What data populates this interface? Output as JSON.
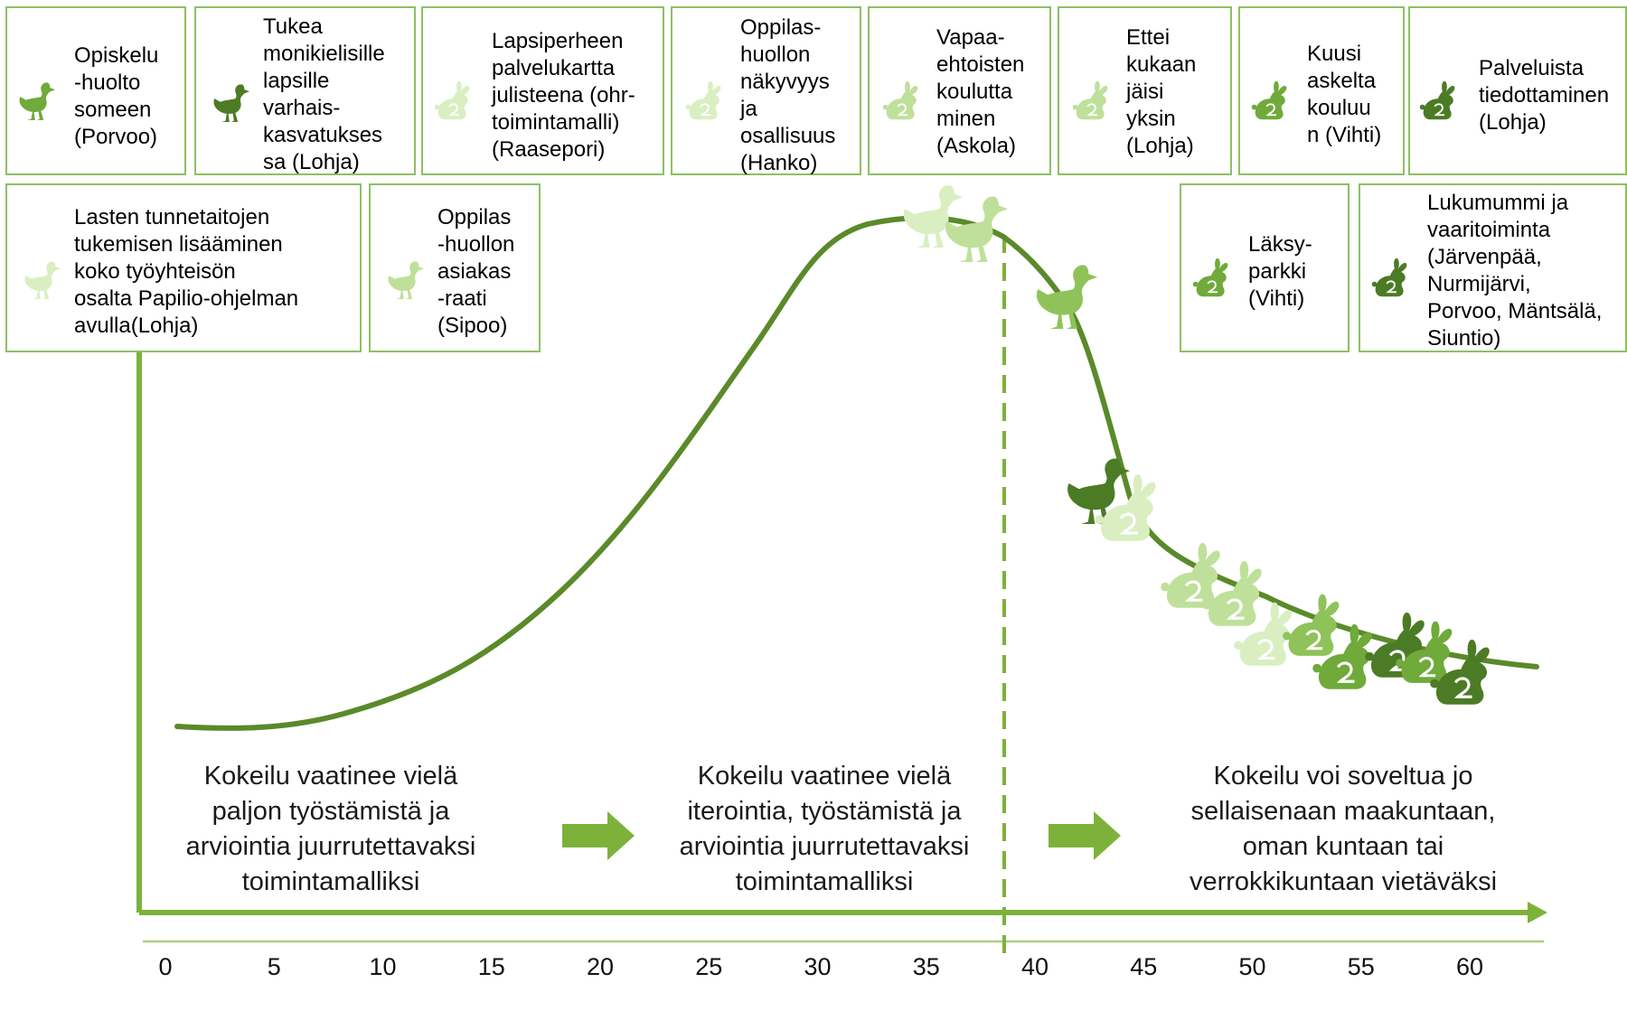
{
  "colors": {
    "curve": "#5a8a2a",
    "axis": "#7db23a",
    "card_border": "#8dc063",
    "arrow": "#7db23a",
    "icon_pale": "#d9efc2",
    "icon_light": "#bfe09a",
    "icon_mid": "#8fc35a",
    "icon_green": "#6faa3a",
    "icon_dark": "#4c7b25"
  },
  "cards": [
    {
      "id": "opiskeluhuolto",
      "lines": [
        "Opiskelu",
        "-huolto",
        "someen",
        "(Porvoo)"
      ],
      "icon": "duck-icon",
      "shade": "icon_green"
    },
    {
      "id": "monikielisille",
      "lines": [
        "Tukea",
        "monikielisille",
        "lapsille",
        "varhais-",
        "kasvatukses",
        "sa (Lohja)"
      ],
      "icon": "duck-icon",
      "shade": "icon_dark"
    },
    {
      "id": "palvelukartta",
      "lines": [
        "Lapsiperheen",
        "palvelukartta",
        "julisteena (ohr-",
        "toimintamalli)",
        "(Raasepori)"
      ],
      "icon": "rabbit-icon",
      "shade": "icon_pale"
    },
    {
      "id": "oppilashuollon-nakyvyys",
      "lines": [
        "Oppilas-",
        "huollon",
        "näkyvyys",
        "ja",
        "osallisuus",
        "(Hanko)"
      ],
      "icon": "rabbit-icon",
      "shade": "icon_pale"
    },
    {
      "id": "vapaaehtoisten",
      "lines": [
        "Vapaa-",
        "ehtoisten",
        "koulutta",
        "minen",
        "(Askola)"
      ],
      "icon": "rabbit-icon",
      "shade": "icon_light"
    },
    {
      "id": "ettei-kukaan",
      "lines": [
        "Ettei",
        "kukaan",
        "jäisi",
        "yksin",
        "(Lohja)"
      ],
      "icon": "rabbit-icon",
      "shade": "icon_light"
    },
    {
      "id": "kuusi-askelta",
      "lines": [
        "Kuusi",
        "askelta",
        "kouluu",
        "n (Vihti)"
      ],
      "icon": "rabbit-icon",
      "shade": "icon_green"
    },
    {
      "id": "palveluista",
      "lines": [
        "Palveluista",
        "tiedottaminen",
        "(Lohja)"
      ],
      "icon": "rabbit-icon",
      "shade": "icon_dark"
    },
    {
      "id": "tunnetaidot",
      "lines": [
        "Lasten tunnetaitojen",
        "tukemisen lisääminen",
        "koko työyhteisön",
        "osalta Papilio-ohjelman",
        "avulla(Lohja)"
      ],
      "icon": "duck-icon",
      "shade": "icon_pale"
    },
    {
      "id": "asiakasraati",
      "lines": [
        "Oppilas",
        "-huollon",
        "asiakas",
        "-raati",
        "(Sipoo)"
      ],
      "icon": "duck-icon",
      "shade": "icon_light"
    },
    {
      "id": "laksyparkki",
      "lines": [
        "Läksy-",
        "parkki",
        "(Vihti)"
      ],
      "icon": "rabbit-icon",
      "shade": "icon_green"
    },
    {
      "id": "lukumummi",
      "lines": [
        "Lukumummi ja",
        "vaaritoiminta",
        "(Järvenpää,",
        "Nurmijärvi,",
        "Porvoo, Mäntsälä,",
        "Siuntio)"
      ],
      "icon": "rabbit-icon",
      "shade": "icon_dark"
    }
  ],
  "stages": [
    {
      "id": "stage-1",
      "lines": [
        "Kokeilu vaatinee vielä",
        "paljon työstämistä ja",
        "arviointia juurrutettavaksi",
        "toimintamalliksi"
      ]
    },
    {
      "id": "stage-2",
      "lines": [
        "Kokeilu vaatinee vielä",
        "iterointia, työstämistä ja",
        "arviointia juurrutettavaksi",
        "toimintamalliksi"
      ]
    },
    {
      "id": "stage-3",
      "lines": [
        "Kokeilu voi soveltua jo",
        "sellaisenaan maakuntaan,",
        "oman kuntaan tai",
        "verrokkikuntaan vietäväksi"
      ]
    }
  ],
  "axis": {
    "ticks": [
      "0",
      "5",
      "10",
      "15",
      "20",
      "25",
      "30",
      "35",
      "40",
      "45",
      "50",
      "55",
      "60"
    ]
  },
  "curve_markers": [
    {
      "icon": "duck-icon",
      "shade": "icon_pale"
    },
    {
      "icon": "duck-icon",
      "shade": "icon_light"
    },
    {
      "icon": "duck-icon",
      "shade": "icon_mid"
    },
    {
      "icon": "duck-icon",
      "shade": "icon_dark"
    },
    {
      "icon": "rabbit-icon",
      "shade": "icon_pale"
    },
    {
      "icon": "rabbit-icon",
      "shade": "icon_light"
    },
    {
      "icon": "rabbit-icon",
      "shade": "icon_light"
    },
    {
      "icon": "rabbit-icon",
      "shade": "icon_pale"
    },
    {
      "icon": "rabbit-icon",
      "shade": "icon_mid"
    },
    {
      "icon": "rabbit-icon",
      "shade": "icon_green"
    },
    {
      "icon": "rabbit-icon",
      "shade": "icon_dark"
    },
    {
      "icon": "rabbit-icon",
      "shade": "icon_green"
    },
    {
      "icon": "rabbit-icon",
      "shade": "icon_dark"
    }
  ]
}
